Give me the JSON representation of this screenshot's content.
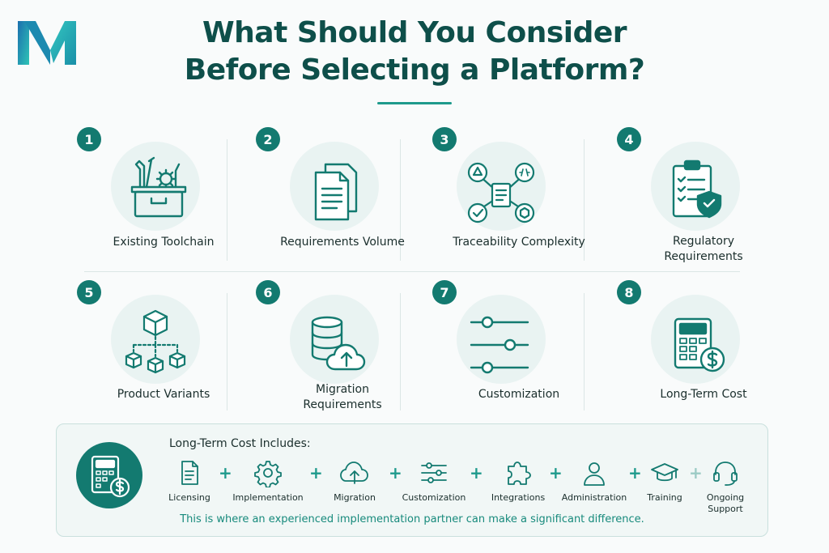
{
  "title_line1": "What Should You Consider",
  "title_line2": "Before Selecting a Platform?",
  "cards": [
    {
      "number": "1",
      "label": "Existing Toolchain",
      "icon": "toolbox-icon"
    },
    {
      "number": "2",
      "label": "Requirements Volume",
      "icon": "documents-icon"
    },
    {
      "number": "3",
      "label": "Traceability Complexity",
      "icon": "network-icon"
    },
    {
      "number": "4",
      "label_line1": "Regulatory",
      "label_line2": "Requirements",
      "icon": "clipboard-shield-icon"
    },
    {
      "number": "5",
      "label": "Product Variants",
      "icon": "cube-tree-icon"
    },
    {
      "number": "6",
      "label_line1": "Migration",
      "label_line2": "Requirements",
      "icon": "database-cloud-icon"
    },
    {
      "number": "7",
      "label": "Customization",
      "icon": "sliders-icon"
    },
    {
      "number": "8",
      "label": "Long-Term Cost",
      "icon": "calculator-dollar-icon"
    }
  ],
  "cost_section": {
    "title": "Long-Term Cost Includes:",
    "items": [
      {
        "label": "Licensing",
        "icon": "document-icon"
      },
      {
        "label": "Implementation",
        "icon": "gear-icon"
      },
      {
        "label": "Migration",
        "icon": "cloud-upload-icon"
      },
      {
        "label": "Customization",
        "icon": "sliders-icon"
      },
      {
        "label": "Integrations",
        "icon": "puzzle-icon"
      },
      {
        "label": "Administration",
        "icon": "user-icon"
      },
      {
        "label": "Training",
        "icon": "graduation-cap-icon"
      },
      {
        "label_line1": "Ongoing",
        "label_line2": "Support",
        "icon": "headset-icon"
      }
    ],
    "plus_sign": "+",
    "note": "This is where an experienced implementation partner can make a significant difference."
  },
  "colors": {
    "primary": "#137a70",
    "accent": "#1e9a8c",
    "title": "#0e4f4a",
    "icon_bg": "#e9f3f2"
  }
}
